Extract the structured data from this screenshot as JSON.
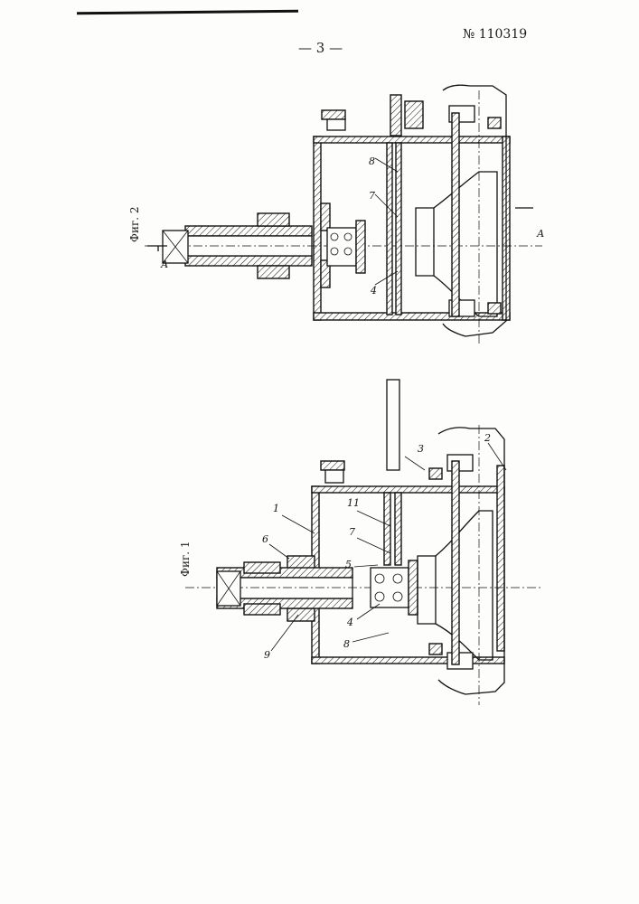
{
  "header": {
    "page_number": "— 3 —",
    "patent_number": "№ 110319"
  },
  "figures": [
    {
      "caption": "Фиг. 2",
      "section_marks": [
        "А",
        "А"
      ],
      "callouts": [
        "8",
        "7",
        "4"
      ]
    },
    {
      "caption": "Фиг. 1",
      "callouts": [
        "3",
        "2",
        "1",
        "11",
        "7",
        "6",
        "5",
        "4",
        "9",
        "8"
      ]
    }
  ]
}
